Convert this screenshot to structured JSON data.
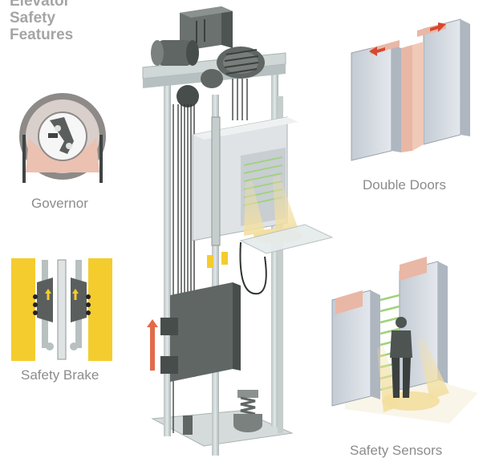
{
  "title": {
    "line1": "Elevator",
    "line2": "Safety",
    "line3": "Features"
  },
  "labels": {
    "governor": "Governor",
    "safety_brake": "Safety Brake",
    "double_doors": "Double Doors",
    "safety_sensors": "Safety Sensors"
  },
  "colors": {
    "background": "#ffffff",
    "title_gray": "#a5a5a5",
    "label_gray": "#8c8c8c",
    "frame_gray": "#c9d0d0",
    "machine_dark": "#5f6663",
    "light_beam": "#f3dfa0",
    "arrow_red": "#e26a4a",
    "brake_yellow": "#f4cc2e",
    "door_pink": "#e9b7a5",
    "sensor_green": "#9fd37a"
  }
}
